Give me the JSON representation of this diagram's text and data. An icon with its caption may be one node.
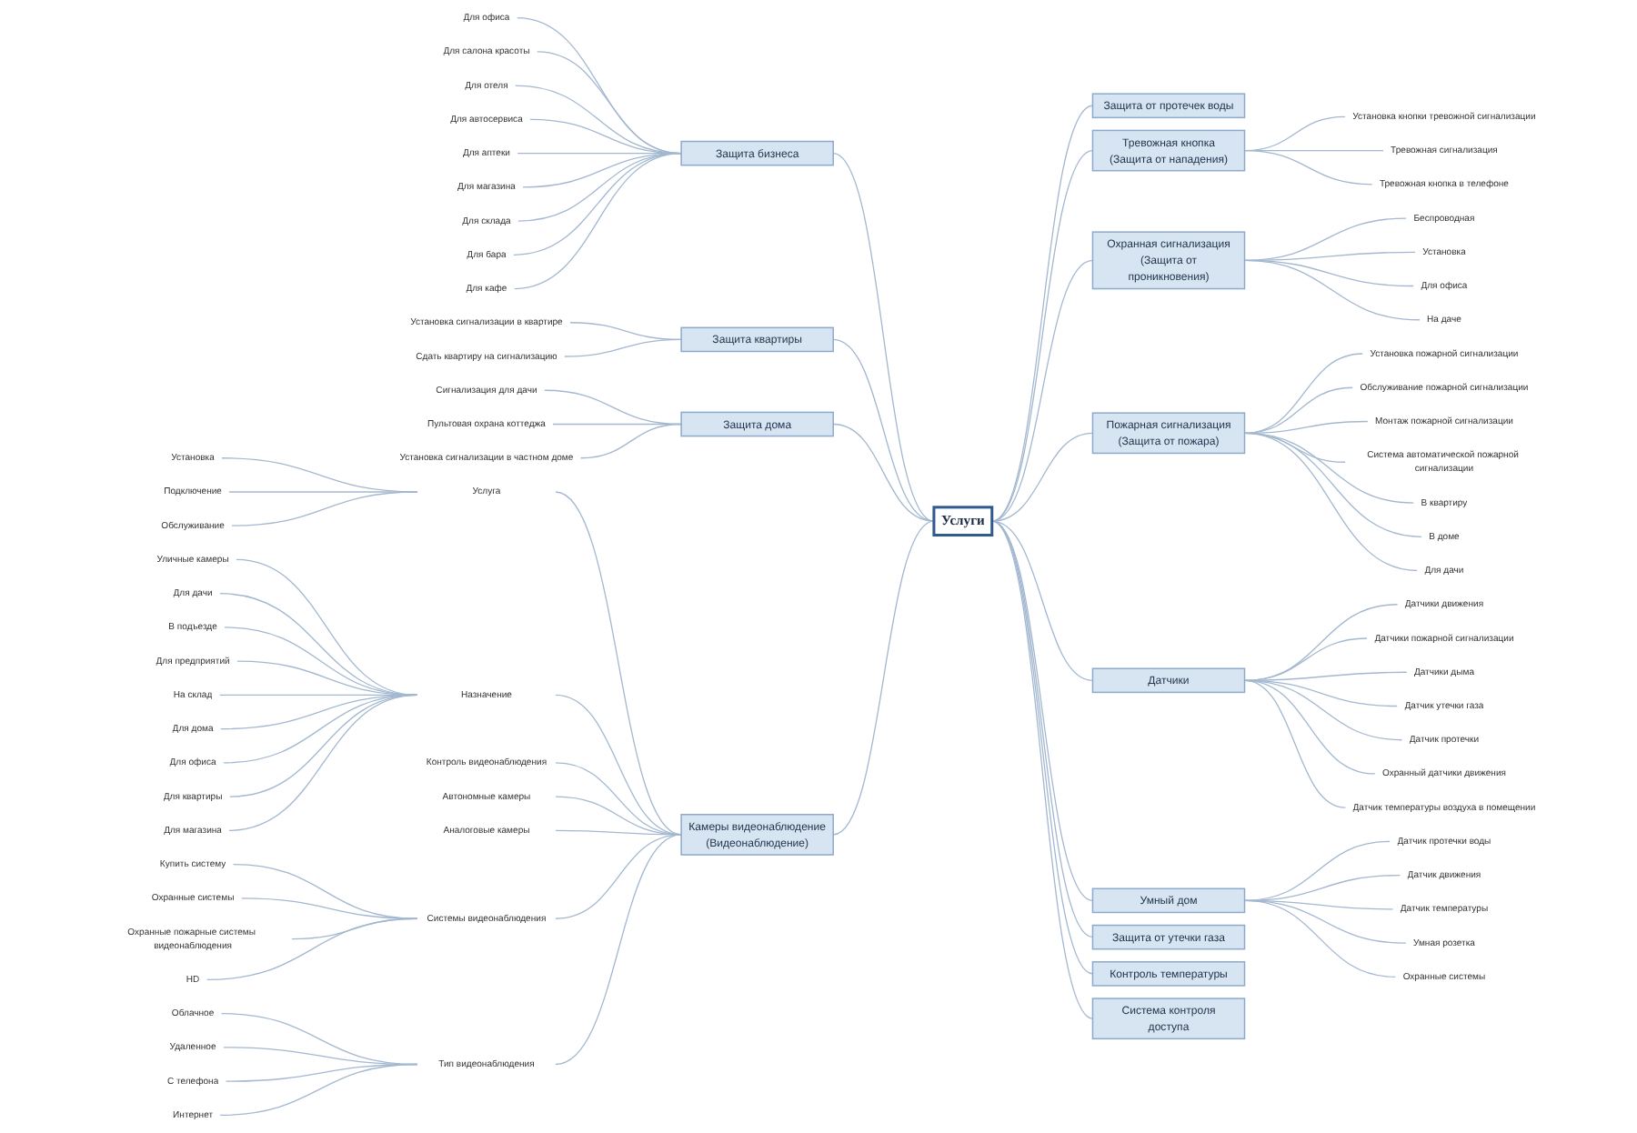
{
  "diagram": {
    "nodes": [
      {
        "text": [
          "Услуги"
        ]
      },
      {
        "text": [
          "Защита от протечек воды"
        ]
      },
      {
        "text": [
          "Тревожная кнопка (Защита от нападения)"
        ]
      },
      {
        "text": [
          "Установка кнопки тревожной сигнализации"
        ]
      },
      {
        "text": [
          "Тревожная сигнализация"
        ]
      },
      {
        "text": [
          "Тревожная кнопка в телефоне"
        ]
      },
      {
        "text": [
          "Охранная сигнализация (Защита от проникновения)"
        ]
      },
      {
        "text": [
          "Беспроводная"
        ]
      },
      {
        "text": [
          "Установка"
        ]
      },
      {
        "text": [
          "Для офиса"
        ]
      },
      {
        "text": [
          "На даче"
        ]
      },
      {
        "text": [
          "Пожарная сигнализация (Защита от пожара)"
        ]
      },
      {
        "text": [
          "Установка пожарной сигнализации"
        ]
      },
      {
        "text": [
          "Обслуживание пожарной сигнализации"
        ]
      },
      {
        "text": [
          "Монтаж пожарной сигнализации"
        ]
      },
      {
        "text": [
          "Система автоматической пожарной сигнализации"
        ]
      },
      {
        "text": [
          "В квартиру"
        ]
      },
      {
        "text": [
          "В доме"
        ]
      },
      {
        "text": [
          "Для дачи"
        ]
      },
      {
        "text": [
          "Датчики"
        ]
      },
      {
        "text": [
          "Датчики движения"
        ]
      },
      {
        "text": [
          "Датчики пожарной сигнализации"
        ]
      },
      {
        "text": [
          "Датчики дыма"
        ]
      },
      {
        "text": [
          "Датчик утечки газа"
        ]
      },
      {
        "text": [
          "Датчик протечки"
        ]
      },
      {
        "text": [
          "Охранный датчики движения"
        ]
      },
      {
        "text": [
          "Датчик температуры воздуха в помещении"
        ]
      },
      {
        "text": [
          "Умный дом"
        ]
      },
      {
        "text": [
          "Датчик протечки воды"
        ]
      },
      {
        "text": [
          "Датчик движения"
        ]
      },
      {
        "text": [
          "Датчик температуры"
        ]
      },
      {
        "text": [
          "Умная розетка"
        ]
      },
      {
        "text": [
          "Охранные системы"
        ]
      },
      {
        "text": [
          "Защита от утечки газа"
        ]
      },
      {
        "text": [
          "Контроль температуры"
        ]
      },
      {
        "text": [
          "Система контроля доступа"
        ]
      },
      {
        "text": [
          "Защита бизнеса"
        ]
      },
      {
        "text": [
          "Для офиса"
        ]
      },
      {
        "text": [
          "Для салона красоты"
        ]
      },
      {
        "text": [
          "Для отеля"
        ]
      },
      {
        "text": [
          "Для автосервиса"
        ]
      },
      {
        "text": [
          "Для аптеки"
        ]
      },
      {
        "text": [
          "Для магазина"
        ]
      },
      {
        "text": [
          "Для склада"
        ]
      },
      {
        "text": [
          "Для бара"
        ]
      },
      {
        "text": [
          "Для кафе"
        ]
      },
      {
        "text": [
          "Защита квартиры"
        ]
      },
      {
        "text": [
          "Установка сигнализации в квартире"
        ]
      },
      {
        "text": [
          "Сдать квартиру на сигнализацию"
        ]
      },
      {
        "text": [
          "Защита дома"
        ]
      },
      {
        "text": [
          "Сигнализация для дачи"
        ]
      },
      {
        "text": [
          "Пультовая охрана коттеджа"
        ]
      },
      {
        "text": [
          "Установка сигнализации в частном доме"
        ]
      },
      {
        "text": [
          "Камеры видеонаблюдение (Видеонаблюдение)"
        ]
      },
      {
        "text": [
          "Услуга"
        ]
      },
      {
        "text": [
          "Установка"
        ]
      },
      {
        "text": [
          "Подключение"
        ]
      },
      {
        "text": [
          "Обслуживание"
        ]
      },
      {
        "text": [
          "Назначение"
        ]
      },
      {
        "text": [
          "Уличные камеры"
        ]
      },
      {
        "text": [
          "Для дачи"
        ]
      },
      {
        "text": [
          "В подъезде"
        ]
      },
      {
        "text": [
          "Для предприятий"
        ]
      },
      {
        "text": [
          "На склад"
        ]
      },
      {
        "text": [
          "Для дома"
        ]
      },
      {
        "text": [
          "Для офиса"
        ]
      },
      {
        "text": [
          "Для квартиры"
        ]
      },
      {
        "text": [
          "Для магазина"
        ]
      },
      {
        "text": [
          "Контроль видеонаблюдения"
        ]
      },
      {
        "text": [
          "Автономные камеры"
        ]
      },
      {
        "text": [
          "Аналоговые камеры"
        ]
      },
      {
        "text": [
          "Системы видеонаблюдения"
        ]
      },
      {
        "text": [
          "Купить систему"
        ]
      },
      {
        "text": [
          "Охранные системы"
        ]
      },
      {
        "text": [
          "Охранные пожарные системы видеонаблюдения"
        ]
      },
      {
        "text": [
          "HD"
        ]
      },
      {
        "text": [
          "Тип видеонаблюдения"
        ]
      },
      {
        "text": [
          "Облачное"
        ]
      },
      {
        "text": [
          "Удаленное"
        ]
      },
      {
        "text": [
          "С телефона"
        ]
      },
      {
        "text": [
          "Интернет"
        ]
      }
    ],
    "edges": [
      {
        "from": 0,
        "to": 1,
        "arrow": "none"
      },
      {
        "from": 0,
        "to": 2,
        "arrow": "none"
      },
      {
        "from": 2,
        "to": 3,
        "arrow": "none"
      },
      {
        "from": 2,
        "to": 4,
        "arrow": "none"
      },
      {
        "from": 2,
        "to": 5,
        "arrow": "none"
      },
      {
        "from": 0,
        "to": 6,
        "arrow": "none"
      },
      {
        "from": 6,
        "to": 7,
        "arrow": "none"
      },
      {
        "from": 6,
        "to": 8,
        "arrow": "none"
      },
      {
        "from": 6,
        "to": 9,
        "arrow": "none"
      },
      {
        "from": 6,
        "to": 10,
        "arrow": "none"
      },
      {
        "from": 0,
        "to": 11,
        "arrow": "none"
      },
      {
        "from": 11,
        "to": 12,
        "arrow": "none"
      },
      {
        "from": 11,
        "to": 13,
        "arrow": "none"
      },
      {
        "from": 11,
        "to": 14,
        "arrow": "none"
      },
      {
        "from": 11,
        "to": 15,
        "arrow": "none"
      },
      {
        "from": 11,
        "to": 16,
        "arrow": "none"
      },
      {
        "from": 11,
        "to": 17,
        "arrow": "none"
      },
      {
        "from": 11,
        "to": 18,
        "arrow": "none"
      },
      {
        "from": 0,
        "to": 19,
        "arrow": "none"
      },
      {
        "from": 19,
        "to": 20,
        "arrow": "none"
      },
      {
        "from": 19,
        "to": 21,
        "arrow": "none"
      },
      {
        "from": 19,
        "to": 22,
        "arrow": "none"
      },
      {
        "from": 19,
        "to": 23,
        "arrow": "none"
      },
      {
        "from": 19,
        "to": 24,
        "arrow": "none"
      },
      {
        "from": 19,
        "to": 25,
        "arrow": "none"
      },
      {
        "from": 19,
        "to": 26,
        "arrow": "none"
      },
      {
        "from": 0,
        "to": 27,
        "arrow": "none"
      },
      {
        "from": 27,
        "to": 28,
        "arrow": "none"
      },
      {
        "from": 27,
        "to": 29,
        "arrow": "none"
      },
      {
        "from": 27,
        "to": 30,
        "arrow": "none"
      },
      {
        "from": 27,
        "to": 31,
        "arrow": "none"
      },
      {
        "from": 27,
        "to": 32,
        "arrow": "none"
      },
      {
        "from": 0,
        "to": 33,
        "arrow": "none"
      },
      {
        "from": 0,
        "to": 34,
        "arrow": "none"
      },
      {
        "from": 0,
        "to": 35,
        "arrow": "none"
      },
      {
        "from": 0,
        "to": 36,
        "arrow": "none"
      },
      {
        "from": 36,
        "to": 37,
        "arrow": "none"
      },
      {
        "from": 36,
        "to": 38,
        "arrow": "none"
      },
      {
        "from": 36,
        "to": 39,
        "arrow": "none"
      },
      {
        "from": 36,
        "to": 40,
        "arrow": "none"
      },
      {
        "from": 36,
        "to": 41,
        "arrow": "none"
      },
      {
        "from": 36,
        "to": 42,
        "arrow": "none"
      },
      {
        "from": 36,
        "to": 43,
        "arrow": "none"
      },
      {
        "from": 36,
        "to": 44,
        "arrow": "none"
      },
      {
        "from": 36,
        "to": 45,
        "arrow": "none"
      },
      {
        "from": 0,
        "to": 46,
        "arrow": "none"
      },
      {
        "from": 46,
        "to": 47,
        "arrow": "none"
      },
      {
        "from": 46,
        "to": 48,
        "arrow": "none"
      },
      {
        "from": 0,
        "to": 49,
        "arrow": "none"
      },
      {
        "from": 49,
        "to": 50,
        "arrow": "none"
      },
      {
        "from": 49,
        "to": 51,
        "arrow": "none"
      },
      {
        "from": 49,
        "to": 52,
        "arrow": "none"
      },
      {
        "from": 0,
        "to": 53,
        "arrow": "none"
      },
      {
        "from": 53,
        "to": 54,
        "arrow": "none"
      },
      {
        "from": 54,
        "to": 55,
        "arrow": "none"
      },
      {
        "from": 54,
        "to": 56,
        "arrow": "none"
      },
      {
        "from": 54,
        "to": 57,
        "arrow": "none"
      },
      {
        "from": 53,
        "to": 58,
        "arrow": "none"
      },
      {
        "from": 58,
        "to": 59,
        "arrow": "none"
      },
      {
        "from": 58,
        "to": 60,
        "arrow": "none"
      },
      {
        "from": 58,
        "to": 61,
        "arrow": "none"
      },
      {
        "from": 58,
        "to": 62,
        "arrow": "none"
      },
      {
        "from": 58,
        "to": 63,
        "arrow": "none"
      },
      {
        "from": 58,
        "to": 64,
        "arrow": "none"
      },
      {
        "from": 58,
        "to": 65,
        "arrow": "none"
      },
      {
        "from": 58,
        "to": 66,
        "arrow": "none"
      },
      {
        "from": 58,
        "to": 67,
        "arrow": "none"
      },
      {
        "from": 53,
        "to": 68,
        "arrow": "none"
      },
      {
        "from": 53,
        "to": 69,
        "arrow": "none"
      },
      {
        "from": 53,
        "to": 70,
        "arrow": "none"
      },
      {
        "from": 53,
        "to": 71,
        "arrow": "none"
      },
      {
        "from": 71,
        "to": 72,
        "arrow": "none"
      },
      {
        "from": 71,
        "to": 73,
        "arrow": "none"
      },
      {
        "from": 71,
        "to": 74,
        "arrow": "none"
      },
      {
        "from": 71,
        "to": 75,
        "arrow": "none"
      },
      {
        "from": 53,
        "to": 76,
        "arrow": "none"
      },
      {
        "from": 76,
        "to": 77,
        "arrow": "none"
      },
      {
        "from": 76,
        "to": 78,
        "arrow": "none"
      },
      {
        "from": 76,
        "to": 79,
        "arrow": "none"
      },
      {
        "from": 76,
        "to": 80,
        "arrow": "none"
      }
    ]
  }
}
